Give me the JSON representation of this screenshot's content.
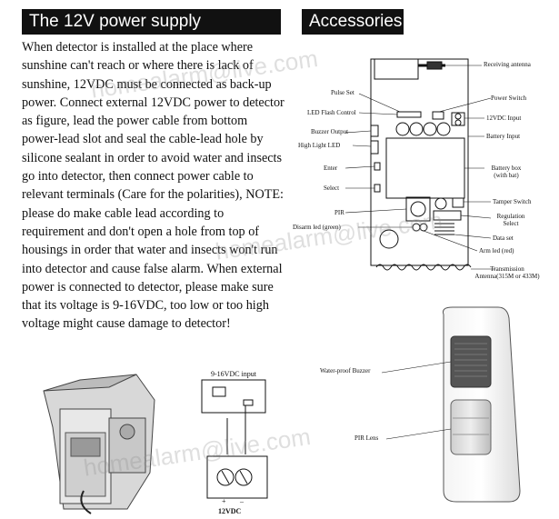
{
  "left_section": {
    "title": "The 12V power supply connection",
    "paragraph": "When detector is installed at the place where sunshine can't reach or where there is lack of sunshine, 12VDC must be connected as back-up power. Connect external 12VDC power to detector as figure, lead the power cable from bottom power-lead slot and seal the cable-lead hole by silicone sealant in order to avoid water and insects go into detector, then connect power cable to relevant terminals (Care for the polarities), NOTE: please do make cable lead according to requirement and don't open a hole from top of housings in order that water and insects won't run into detector and cause false alarm. When external power is connected to detector, please make sure that its voltage is 9-16VDC, too low or too high voltage might cause damage to detector!"
  },
  "right_section": {
    "title": "Accessories"
  },
  "board_labels": {
    "receiving_antenna": "Receiving antenna",
    "pulse_set": "Pulse Set",
    "power_switch": "Power Switch",
    "led_flash_control": "LED Flash Control",
    "input_12vdc": "12VDC Input",
    "buzzer_output": "Buzzer Output",
    "battery_input": "Battery Input",
    "high_light_led": "High Light LED",
    "enter": "Enter",
    "battery_box": "Battery box",
    "with_bat": "(with bat)",
    "select": "Select",
    "tamper_switch": "Tamper Switch",
    "pir": "PIR",
    "regulation": "Regulation",
    "regulation_select": "Select",
    "disarm_led": "Disarm led (green)",
    "data_set": "Data set",
    "arm_led": "Arm led (red)",
    "transmission": "Transmission",
    "antenna_freq": "Antenna(315M or 433M)"
  },
  "detector_labels": {
    "waterproof_buzzer": "Water-proof Buzzer",
    "pir_lens": "PIR Lens"
  },
  "wiring_labels": {
    "input_label": "9-16VDC input",
    "plus": "+",
    "minus": "–",
    "terminal_label": "12VDC"
  },
  "watermarks": [
    "homealarm@live.com",
    "homealarm@live.com",
    "homealarm@live.com"
  ]
}
